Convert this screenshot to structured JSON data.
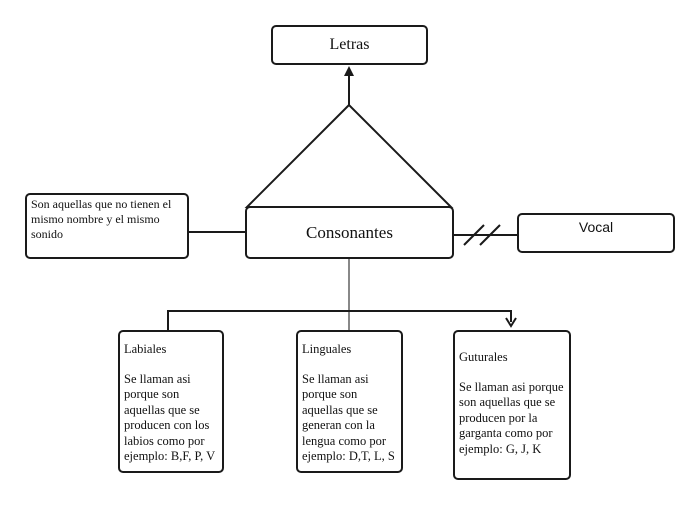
{
  "nodes": {
    "letras": "Letras",
    "consonantes": "Consonantes",
    "vocal": "Vocal",
    "definicion": "Son aquellas que no tienen el mismo nombre y el mismo sonido",
    "labiales": {
      "title": "Labiales",
      "body": "Se llaman asi porque son aquellas que se producen con los labios como por ejemplo: B,F, P, V"
    },
    "linguales": {
      "title": "Linguales",
      "body": "Se llaman asi porque son aquellas que se generan con la lengua como por ejemplo: D,T, L, S"
    },
    "guturales": {
      "title": "Guturales",
      "body": "Se llaman asi porque son aquellas que se producen por la garganta como por ejemplo: G, J, K"
    }
  },
  "colors": {
    "stroke": "#1a1a1a",
    "connector_gray": "#888888"
  }
}
